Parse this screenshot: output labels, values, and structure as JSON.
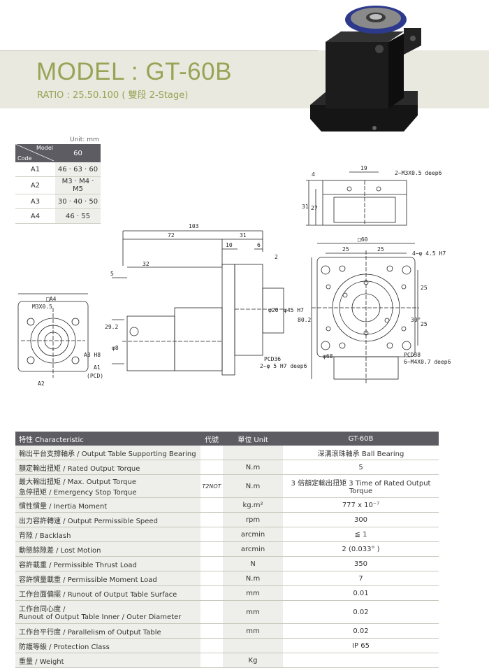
{
  "header": {
    "title": "MODEL : GT-60B",
    "subtitle": "RATIO : 25.50.100 ( 雙段 2-Stage)"
  },
  "code_table": {
    "unit": "Unit: mm",
    "model_label": "Model",
    "code_label": "Code",
    "model_value": "60",
    "rows": [
      {
        "code": "A1",
        "value": "46 · 63 · 60"
      },
      {
        "code": "A2",
        "value": "M3 · M4 · M5"
      },
      {
        "code": "A3",
        "value": "30 · 40 · 50"
      },
      {
        "code": "A4",
        "value": "46 · 55"
      }
    ]
  },
  "drawing": {
    "top_view": {
      "d4": "4",
      "d19": "19",
      "d31": "31",
      "d27": "27",
      "note": "2−M3X0.5 deep6"
    },
    "side_view": {
      "d103": "103",
      "d72": "72",
      "d31": "31",
      "d10": "10",
      "d6": "6",
      "d2": "2",
      "d32": "32",
      "d5": "5",
      "d29_2": "29.2",
      "d8": "φ8",
      "d20": "φ20",
      "d45": "φ45 H7",
      "pcd": "PCD36",
      "pcd_note": "2−φ 5 H7 deep6"
    },
    "left_view": {
      "a4": "□A4",
      "m3": "M3X0.5",
      "a3": "A3 H8",
      "a1": "A1",
      "pcd": "(PCD)",
      "a2": "A2"
    },
    "front_view": {
      "d60": "□60",
      "d25a": "25",
      "d25b": "25",
      "hole": "4−φ 4.5 H7",
      "d25c": "25",
      "d25d": "25",
      "d80": "80.2",
      "d68": "φ68",
      "ang": "30°",
      "pcd": "PCD38",
      "pcd_note": "6−M4X0.7 deep6"
    }
  },
  "spec": {
    "headers": {
      "characteristic": "特性 Characteristic",
      "symbol": "代號",
      "unit": "單位 Unit",
      "model": "GT-60B"
    },
    "rows": [
      {
        "name": "輸出平台支撐軸承 / Output Table Supporting Bearing",
        "symbol": "",
        "unit": "",
        "value": "深溝滾珠軸承 Ball Bearing"
      },
      {
        "name": "額定輸出扭矩 / Rated Output Torque",
        "symbol": "",
        "unit": "N.m",
        "value": "5"
      },
      {
        "name": "最大輸出扭矩 / Max. Output Torque",
        "name2": "急停扭矩 / Emergency Stop Torque",
        "symbol": "T2NOT",
        "unit": "N.m",
        "value": "3 倍額定輸出扭矩 3 Time of Rated Output Torque"
      },
      {
        "name": "慣性慣量 / Inertia Moment",
        "symbol": "",
        "unit": "kg.m²",
        "value": "777 x 10⁻⁷"
      },
      {
        "name": "出力容許轉速 / Output Permissible Speed",
        "symbol": "",
        "unit": "rpm",
        "value": "300"
      },
      {
        "name": "背隙 / Backlash",
        "symbol": "",
        "unit": "arcmin",
        "value": "≦ 1"
      },
      {
        "name": "動態餘隙差 / Lost Motion",
        "symbol": "",
        "unit": "arcmin",
        "value": "2 (0.033° )"
      },
      {
        "name": "容許載重 / Permissible Thrust Load",
        "symbol": "",
        "unit": "N",
        "value": "350"
      },
      {
        "name": "容許慣量載重 / Permissible Moment Load",
        "symbol": "",
        "unit": "N.m",
        "value": "7"
      },
      {
        "name": "工作台面偏擺 / Runout of Output Table Surface",
        "symbol": "",
        "unit": "mm",
        "value": "0.01"
      },
      {
        "name": "工作台同心度 /",
        "name2": "Runout of Output Table Inner / Outer Diameter",
        "symbol": "",
        "unit": "mm",
        "value": "0.02"
      },
      {
        "name": "工作台平行度 / Parallelism of Output Table",
        "symbol": "",
        "unit": "mm",
        "value": "0.02"
      },
      {
        "name": "防護等級 / Protection Class",
        "symbol": "",
        "unit": "",
        "value": "IP 65"
      },
      {
        "name": "重量 / Weight",
        "symbol": "",
        "unit": "Kg",
        "value": ""
      }
    ]
  }
}
